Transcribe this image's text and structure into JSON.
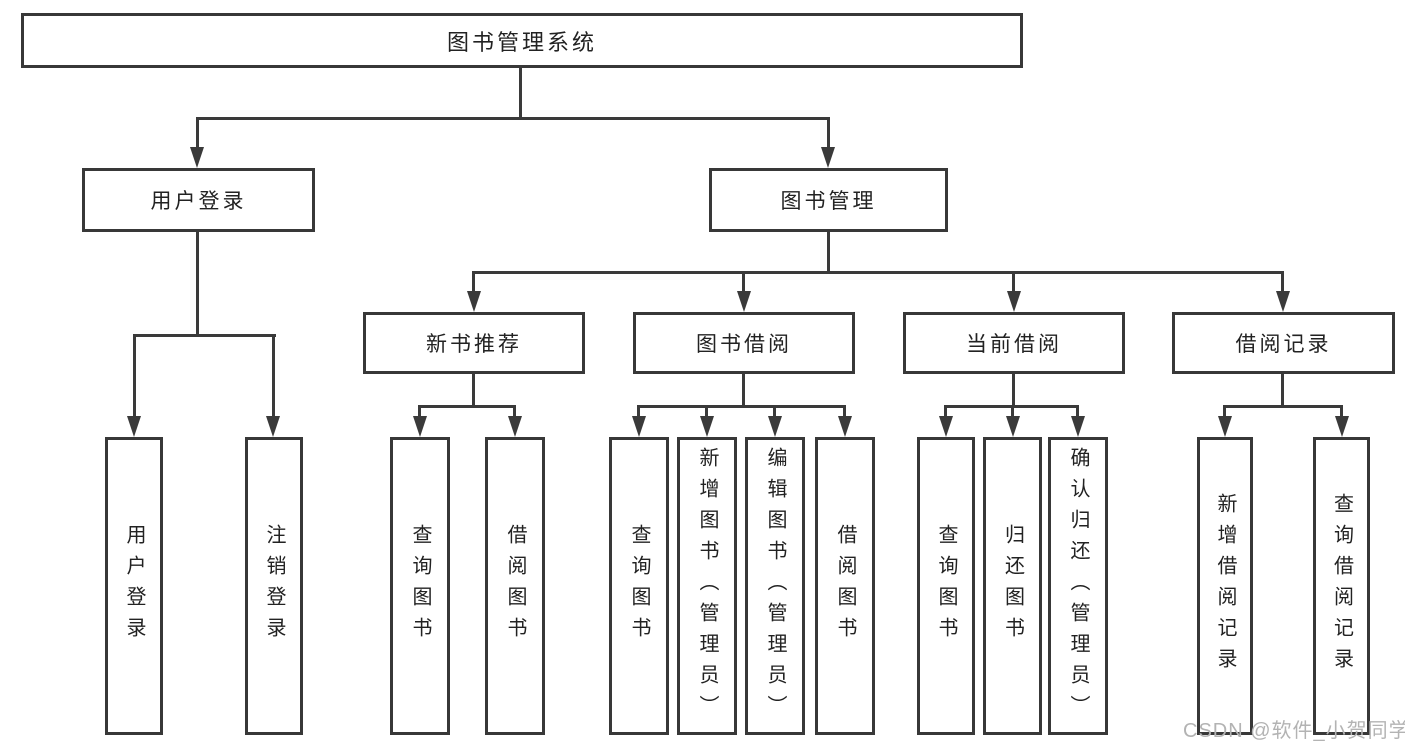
{
  "diagram": {
    "root": {
      "label": "图书管理系统"
    },
    "branches": [
      {
        "label": "用户登录",
        "children": [
          {
            "label": "用户登录"
          },
          {
            "label": "注销登录"
          }
        ]
      },
      {
        "label": "图书管理",
        "children": [
          {
            "label": "新书推荐",
            "children": [
              {
                "label": "查询图书"
              },
              {
                "label": "借阅图书"
              }
            ]
          },
          {
            "label": "图书借阅",
            "children": [
              {
                "label": "查询图书"
              },
              {
                "label": "新增图书（管理员）"
              },
              {
                "label": "编辑图书（管理员）"
              },
              {
                "label": "借阅图书"
              }
            ]
          },
          {
            "label": "当前借阅",
            "children": [
              {
                "label": "查询图书"
              },
              {
                "label": "归还图书"
              },
              {
                "label": "确认归还（管理员）"
              }
            ]
          },
          {
            "label": "借阅记录",
            "children": [
              {
                "label": "新增借阅记录"
              },
              {
                "label": "查询借阅记录"
              }
            ]
          }
        ]
      }
    ]
  },
  "watermark": {
    "text": "CSDN @软件_小贺同学"
  },
  "colors": {
    "line": "#3a3a3a",
    "box_border": "#383838",
    "text": "#222222",
    "watermark": "#b3b3b3",
    "background": "#ffffff"
  }
}
